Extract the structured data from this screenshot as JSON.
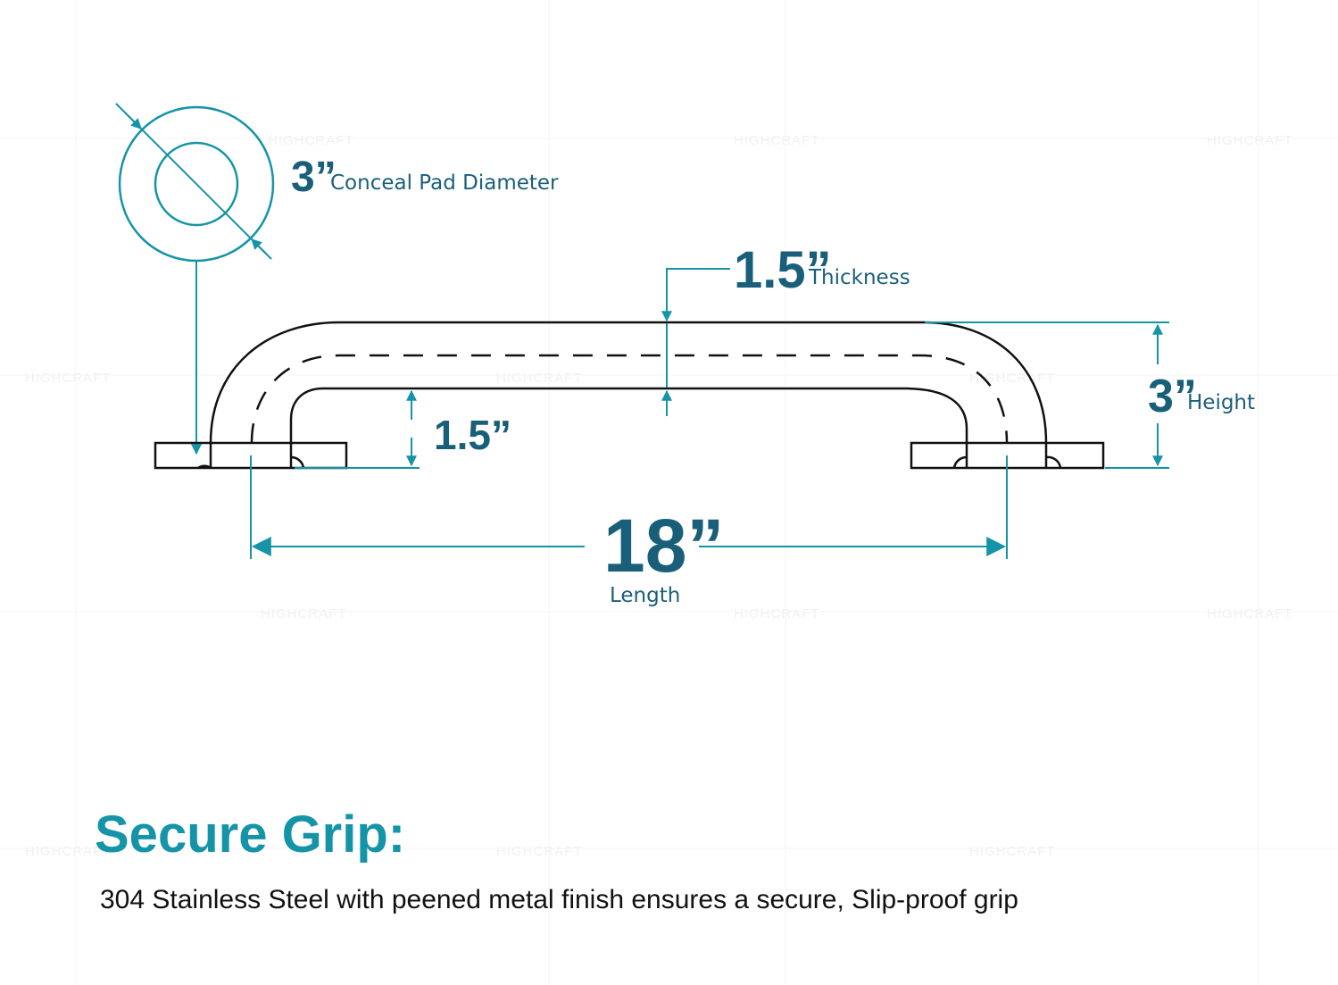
{
  "watermark": "HIGHCRAFT",
  "colors": {
    "teal": "#1594a8",
    "navy": "#1a5f7a",
    "line": "#111111"
  },
  "pad": {
    "value": "3”",
    "caption": "Conceal Pad Diameter"
  },
  "thickness": {
    "value": "1.5”",
    "caption": "Thickness"
  },
  "height": {
    "value": "3”",
    "caption": "Height"
  },
  "clearance": {
    "value": "1.5”"
  },
  "length": {
    "value": "18”",
    "caption": "Length"
  },
  "feature": {
    "title": "Secure Grip:",
    "description": "304 Stainless Steel with peened metal finish ensures a secure, Slip-proof grip"
  }
}
